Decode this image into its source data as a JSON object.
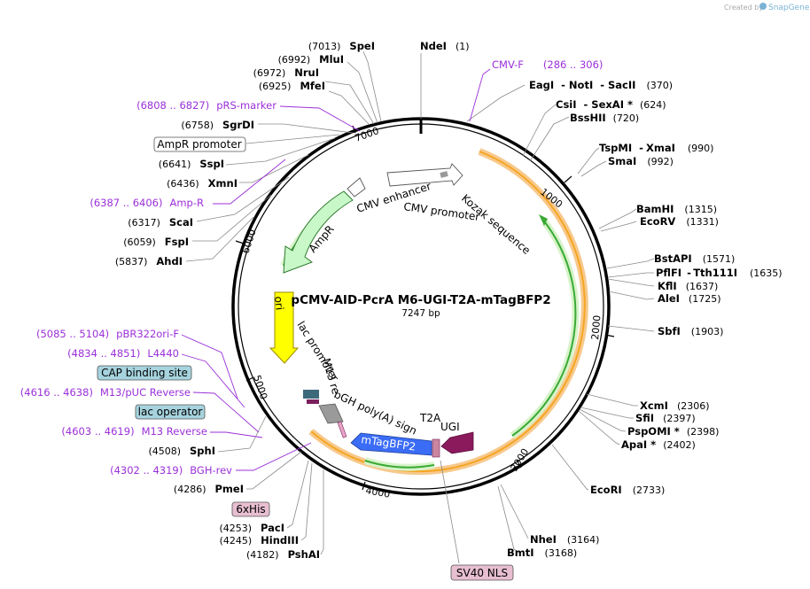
{
  "credit": {
    "text": "Created by",
    "brand": "SnapGene"
  },
  "plasmid": {
    "name": "pCMV-AID-PcrA M6-UGI-T2A-mTagBFP2",
    "size": "7247 bp"
  },
  "ticks": [
    "1000",
    "2000",
    "3000",
    "4000",
    "5000",
    "6000",
    "7000"
  ],
  "enzymes": {
    "ndei": {
      "name": "NdeI",
      "pos": "(1)"
    },
    "spei": {
      "name": "SpeI",
      "pos": "(7013)"
    },
    "mlui": {
      "name": "MluI",
      "pos": "(6992)"
    },
    "nrui": {
      "name": "NruI",
      "pos": "(6972)"
    },
    "mfei": {
      "name": "MfeI",
      "pos": "(6925)"
    },
    "sgrdi": {
      "name": "SgrDI",
      "pos": "(6758)"
    },
    "sspi": {
      "name": "SspI",
      "pos": "(6641)"
    },
    "xmni": {
      "name": "XmnI",
      "pos": "(6436)"
    },
    "scai": {
      "name": "ScaI",
      "pos": "(6317)"
    },
    "fspi": {
      "name": "FspI",
      "pos": "(6059)"
    },
    "ahdi": {
      "name": "AhdI",
      "pos": "(5837)"
    },
    "sphi": {
      "name": "SphI",
      "pos": "(4508)"
    },
    "pmei": {
      "name": "PmeI",
      "pos": "(4286)"
    },
    "paci": {
      "name": "PacI",
      "pos": "(4253)"
    },
    "hindiii": {
      "name": "HindIII",
      "pos": "(4245)"
    },
    "pshai": {
      "name": "PshAI",
      "pos": "(4182)"
    },
    "eagi": {
      "name": "EagI",
      "sep1": "-",
      "name2": "NotI",
      "sep2": "-",
      "name3": "SacII",
      "pos": "(370)"
    },
    "csii": {
      "name": "CsiI",
      "sep1": "-",
      "name2": "SexAI *",
      "pos": "(624)"
    },
    "bsshii": {
      "name": "BssHII",
      "pos": "(720)"
    },
    "tspmi": {
      "name": "TspMI",
      "sep1": "-",
      "name2": "XmaI",
      "pos": "(990)"
    },
    "smai": {
      "name": "SmaI",
      "pos": "(992)"
    },
    "bamhi": {
      "name": "BamHI",
      "pos": "(1315)"
    },
    "ecorv": {
      "name": "EcoRV",
      "pos": "(1331)"
    },
    "bstapi": {
      "name": "BstAPI",
      "pos": "(1571)"
    },
    "pflfi": {
      "name": "PflFI",
      "sep1": "-",
      "name2": "Tth111I",
      "pos": "(1635)"
    },
    "kfli": {
      "name": "KflI",
      "pos": "(1637)"
    },
    "alei": {
      "name": "AleI",
      "pos": "(1725)"
    },
    "sbfi": {
      "name": "SbfI",
      "pos": "(1903)"
    },
    "xcmi": {
      "name": "XcmI",
      "pos": "(2306)"
    },
    "sfii": {
      "name": "SfiI",
      "pos": "(2397)"
    },
    "pspomi": {
      "name": "PspOMI *",
      "pos": "(2398)"
    },
    "apai": {
      "name": "ApaI *",
      "pos": "(2402)"
    },
    "ecori": {
      "name": "EcoRI",
      "pos": "(2733)"
    },
    "nhei": {
      "name": "NheI",
      "pos": "(3164)"
    },
    "bmti": {
      "name": "BmtI",
      "pos": "(3168)"
    }
  },
  "primers": {
    "cmvf": {
      "name": "CMV-F",
      "range": "(286 .. 306)"
    },
    "prsmarker": {
      "name": "pRS-marker",
      "range": "(6808 .. 6827)"
    },
    "ampr": {
      "name": "Amp-R",
      "range": "(6387 .. 6406)"
    },
    "pbr322": {
      "name": "pBR322ori-F",
      "range": "(5085 .. 5104)"
    },
    "l4440": {
      "name": "L4440",
      "range": "(4834 .. 4851)"
    },
    "m13puc": {
      "name": "M13/pUC Reverse",
      "range": "(4616 .. 4638)"
    },
    "m13rev": {
      "name": "M13 Reverse",
      "range": "(4603 .. 4619)"
    },
    "bghrev": {
      "name": "BGH-rev",
      "range": "(4302 .. 4319)"
    }
  },
  "boxes": {
    "ampr_promoter": "AmpR promoter",
    "cap_site": "CAP binding site",
    "lac_operator": "lac operator",
    "his": "6xHis",
    "sv40": "SV40 NLS"
  },
  "features": {
    "cmv_enhancer": "CMV enhancer",
    "cmv_promoter": "CMV promoter",
    "kozak": "Kozak sequence",
    "ampr": "AmpR",
    "ori": "ori",
    "lac_promoter": "lac promoter",
    "m13_rev": "M13 rev",
    "bgh": "bGH poly(A) signal",
    "t2a": "T2A",
    "ugi": "UGI",
    "mtagbfp2": "mTagBFP2"
  },
  "colors": {
    "backbone": "#000000",
    "primer": "#9b30d9",
    "orange_feature": "#f5a623",
    "green_arrow": "#3aaa35",
    "ampr": "#c8f7c8",
    "ori": "#ffff00",
    "mtagbfp2": "#3b6cf5",
    "ugi": "#8b1a5c",
    "box_teal": "#a6d3de",
    "box_pink": "#e7bfd0"
  }
}
